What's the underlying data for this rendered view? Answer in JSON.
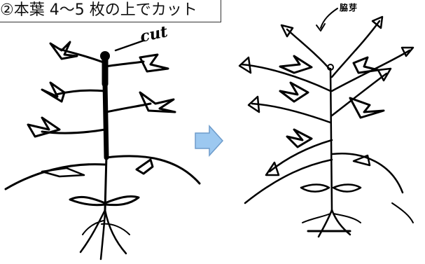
{
  "figure": {
    "step_caption": "②本葉 4～5 枚の上でカット",
    "cut_label": "cut",
    "axillary_bud_label": "脇芽",
    "arrow_color": "#9CC8F0"
  }
}
